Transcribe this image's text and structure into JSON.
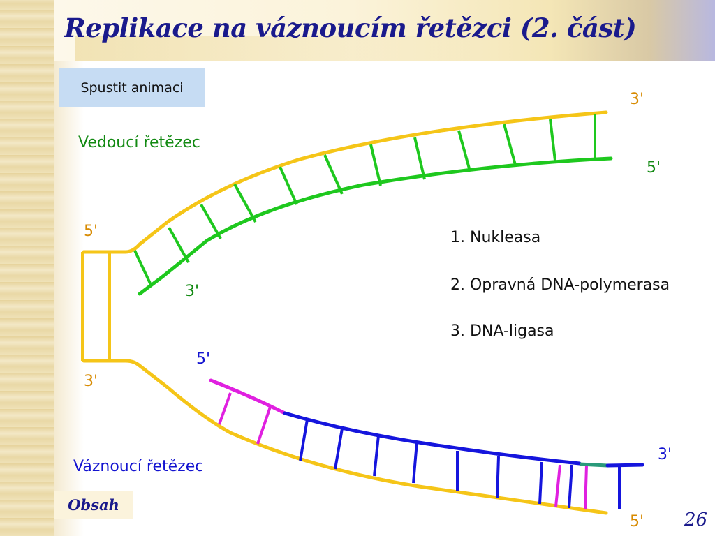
{
  "slide": {
    "title": "Replikace na váznoucím řetězci (2. část)",
    "page_number": "26"
  },
  "buttons": {
    "animation_label": "Spustit animaci",
    "contents_label": "Obsah"
  },
  "diagram": {
    "leading_strand_label": "Vedoucí řetězec",
    "lagging_strand_label": "Váznoucí řetězec",
    "ends": {
      "top_right_template": "3'",
      "top_right_new": "5'",
      "left_top": "5'",
      "leading_new_end": "3'",
      "left_bottom": "3'",
      "lagging_new_start": "5'",
      "bottom_right_new": "3'",
      "bottom_right_template": "5'"
    },
    "steps": [
      "1. Nukleasa",
      "2. Opravná DNA-polymerasa",
      "3. DNA-ligasa"
    ],
    "colors": {
      "template_strand": "#f5c518",
      "leading_new": "#1ec81e",
      "lagging_new": "#1515dd",
      "primer": "#e020e0",
      "ligase_gap": "#2a9a7a",
      "title": "#1a1a8c"
    }
  }
}
